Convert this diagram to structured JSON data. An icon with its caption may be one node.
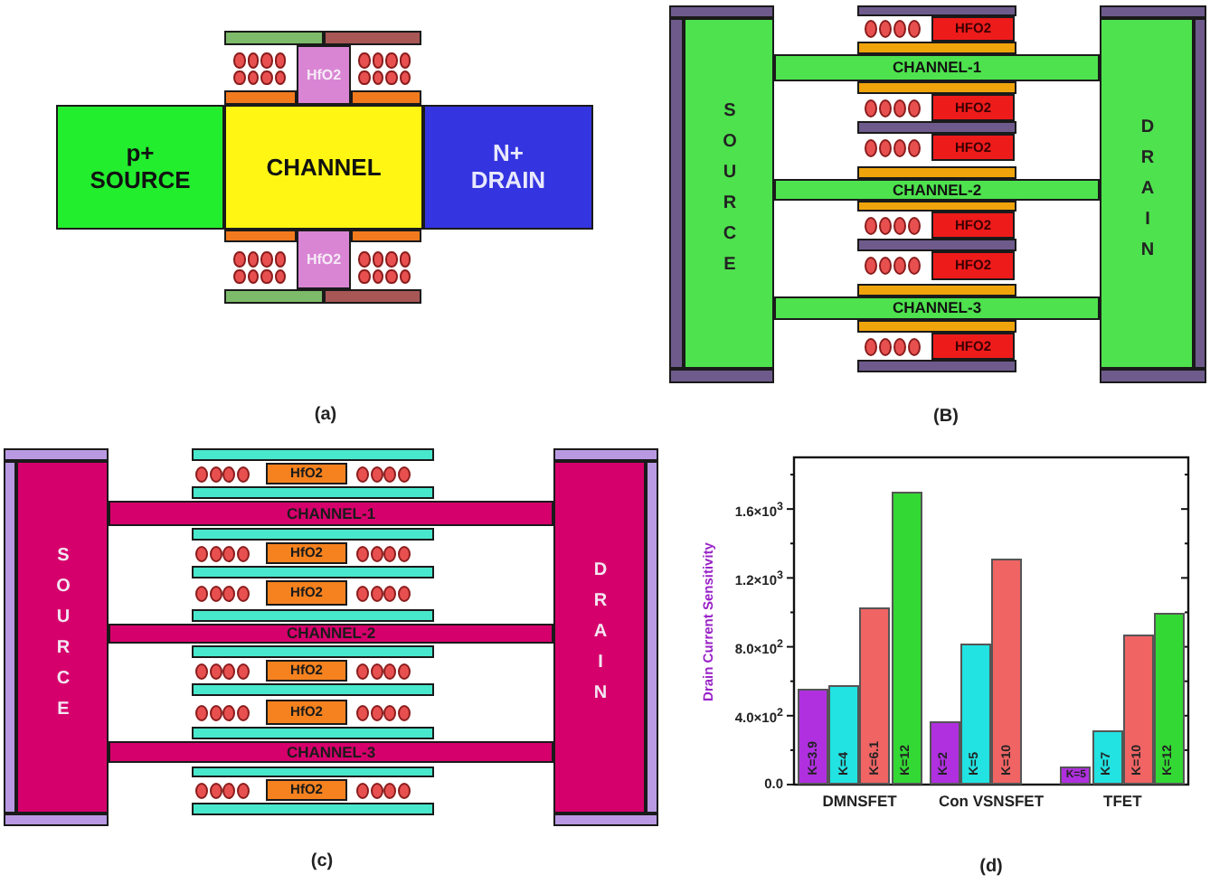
{
  "diagram": {
    "nodes": [
      {
        "text": [
          "HfO2"
        ]
      },
      {
        "text": [
          "p+ SOURCE"
        ]
      },
      {
        "text": [
          "CHANNEL"
        ]
      },
      {
        "text": [
          "N+ DRAIN"
        ]
      },
      {
        "text": [
          "HfO2"
        ]
      },
      {
        "text": [
          "SOURCE"
        ]
      },
      {
        "text": [
          "HFO2"
        ]
      },
      {
        "text": [
          "CHANNEL-1"
        ]
      },
      {
        "text": [
          "HFO2"
        ]
      },
      {
        "text": [
          "HFO2"
        ]
      },
      {
        "text": [
          "CHANNEL-2"
        ]
      },
      {
        "text": [
          "HFO2"
        ]
      },
      {
        "text": [
          "HFO2"
        ]
      },
      {
        "text": [
          "CHANNEL-3"
        ]
      },
      {
        "text": [
          "HFO2"
        ]
      },
      {
        "text": [
          "DRAIN"
        ]
      },
      {
        "text": [
          "SOURCE"
        ]
      },
      {
        "text": [
          "HfO2"
        ]
      },
      {
        "text": [
          "CHANNEL-1"
        ]
      },
      {
        "text": [
          "HfO2"
        ]
      },
      {
        "text": [
          "HfO2"
        ]
      },
      {
        "text": [
          "CHANNEL-2"
        ]
      },
      {
        "text": [
          "HfO2"
        ]
      },
      {
        "text": [
          "HfO2"
        ]
      },
      {
        "text": [
          "CHANNEL-3"
        ]
      },
      {
        "text": [
          "HfO2"
        ]
      },
      {
        "text": [
          "DRAIN"
        ]
      }
    ],
    "labels": [
      "(a)",
      "(B)",
      "(c)",
      "(d)"
    ],
    "chart_data": {
      "type": "bar",
      "ylabel": "Drain Current Sensitivity",
      "categories": [
        "DMNSFET",
        "Con VSNSFET",
        "TFET"
      ],
      "series": [
        {
          "color": "#b030e0",
          "values": [
            560,
            370,
            110
          ]
        },
        {
          "color": "#22e2e2",
          "values": [
            580,
            820,
            320
          ]
        },
        {
          "color": "#f06464",
          "values": [
            1030,
            1310,
            870
          ]
        },
        {
          "color": "#34d834",
          "values": [
            1700,
            null,
            1000
          ]
        }
      ],
      "ylim": [
        0,
        1900
      ],
      "yticks": [
        {
          "value": 0,
          "label": "0.0"
        },
        {
          "value": 400,
          "label": "4.0×10$^{2}$"
        },
        {
          "value": 800,
          "label": "8.0×10$^{2}$"
        },
        {
          "value": 1200,
          "label": "1.2×10$^{3}$"
        },
        {
          "value": 1600,
          "label": "1.6×10$^{3}$"
        }
      ],
      "value_labels": [
        [
          "K=3.9",
          "K=2",
          "K=5"
        ],
        [
          "K=4",
          "K=5",
          "K=7"
        ],
        [
          "K=6.1",
          "K=10",
          "K=10"
        ],
        [
          "K=12",
          null,
          "K=12"
        ]
      ]
    }
  }
}
